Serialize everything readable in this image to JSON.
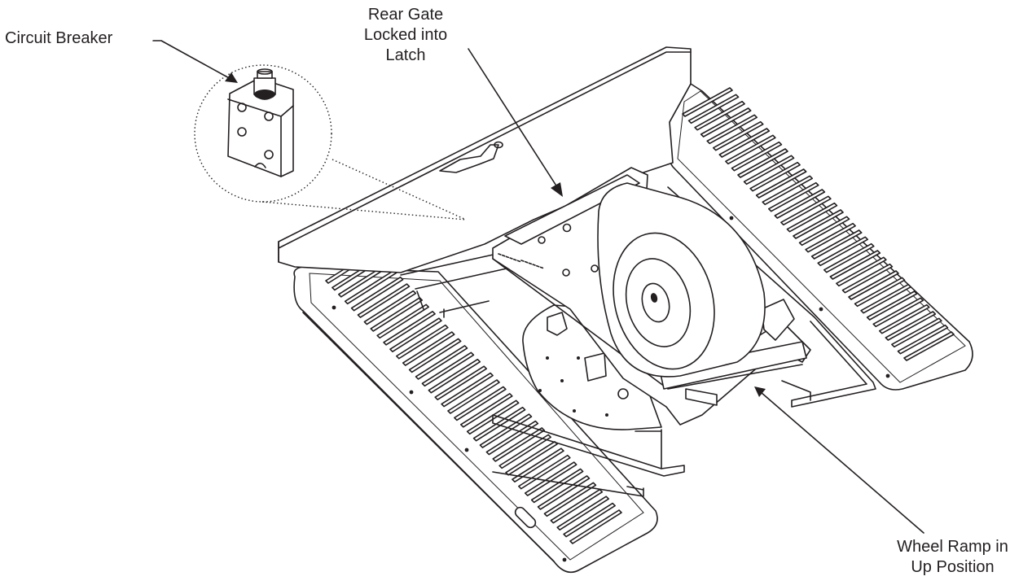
{
  "callouts": {
    "circuit_breaker": "Circuit Breaker",
    "rear_gate": [
      "Rear Gate",
      "Locked into",
      "Latch"
    ],
    "wheel_ramp": [
      "Wheel Ramp in",
      "Up Position"
    ]
  },
  "colors": {
    "line": "#231f20",
    "background": "#ffffff"
  },
  "icons": [
    "circuit-breaker-detail",
    "tracked-chassis-drawing",
    "callout-arrow"
  ]
}
